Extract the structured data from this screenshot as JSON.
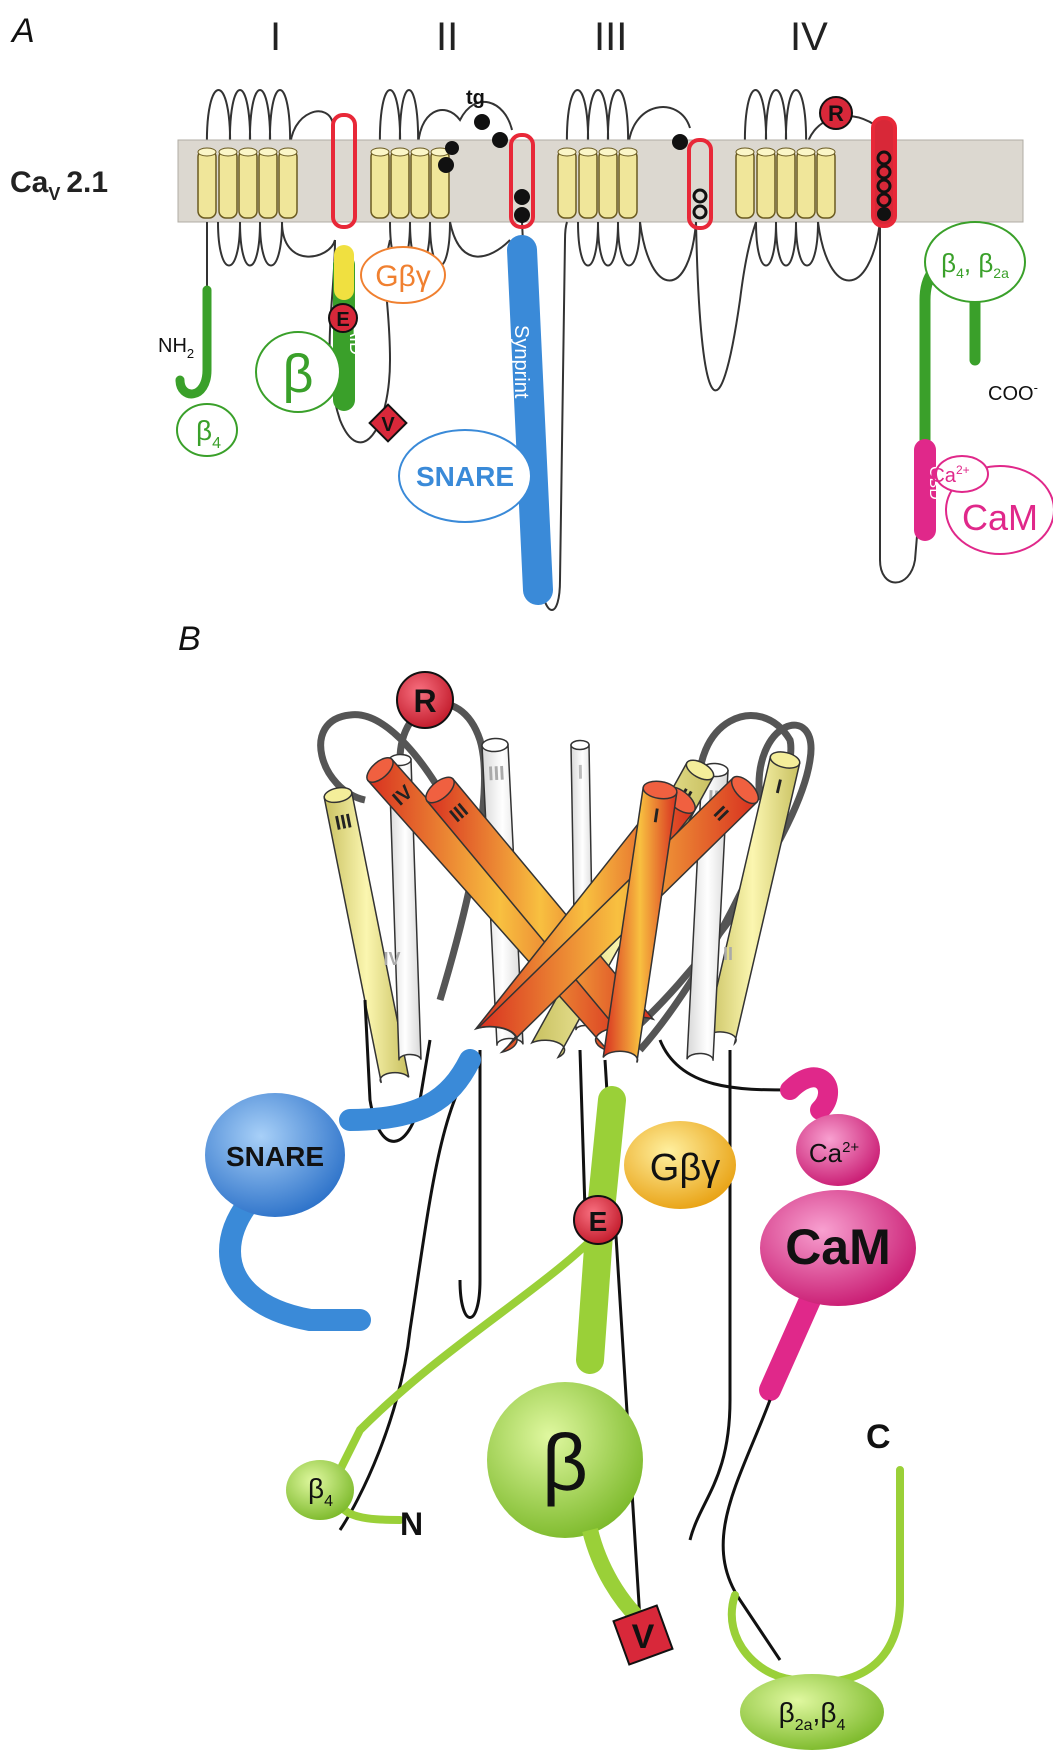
{
  "panels": {
    "a": "A",
    "b": "B"
  },
  "top": {
    "channel": {
      "main": "Ca",
      "sub": "V",
      "rest": "2.1"
    },
    "domains": [
      "I",
      "II",
      "III",
      "IV"
    ],
    "tg": "tg",
    "nh2": {
      "main": "NH",
      "sub": "2"
    },
    "coo": {
      "main": "COO",
      "sup": "-"
    },
    "beta": "β",
    "beta4": {
      "main": "β",
      "sub": "4"
    },
    "aid": "AID",
    "gbg": "Gβγ",
    "e_site": "E",
    "v_site": "V",
    "r_site": "R",
    "synprint": "Synprint",
    "snare": "SNARE",
    "cbd": "CBD",
    "ca2": {
      "main": "Ca",
      "sup": "2+"
    },
    "cam": "CaM",
    "beta_ct": {
      "b1": "β",
      "s1": "4",
      "sep": ", ",
      "b2": "β",
      "s2": "2a"
    }
  },
  "bottom": {
    "r_site": "R",
    "helix_labels": {
      "iii_y": "III",
      "iv_w": "IV",
      "iv_r": "IV",
      "iii_r": "III",
      "iii_w": "III",
      "i_w": "I",
      "ii_r": "II",
      "ii_y": "II",
      "i_y": "I",
      "iv_w2": "IV",
      "ii_w": "II",
      "ii_r2": "II",
      "i_r": "I"
    },
    "snare": "SNARE",
    "gbg": "Gβγ",
    "e_site": "E",
    "beta": "β",
    "v_site": "V",
    "ca2": {
      "main": "Ca",
      "sup": "2+"
    },
    "cam": "CaM",
    "c_term": "C",
    "n_term": "N",
    "beta4": {
      "main": "β",
      "sub": "4"
    },
    "beta_ct": {
      "b1": "β",
      "s1": "2a",
      "sep": ",",
      "b2": "β",
      "s2": "4"
    }
  },
  "colors": {
    "membrane": "#dcd8d0",
    "helix_yellow": "#f0e69a",
    "helix_red": "#e8402a",
    "green": "#3aa02a",
    "lime": "#9ad038",
    "blue": "#3a8ad8",
    "magenta": "#e0288a",
    "orange": "#f08030",
    "red_site": "#d8283a",
    "gold": "#f0b020"
  }
}
